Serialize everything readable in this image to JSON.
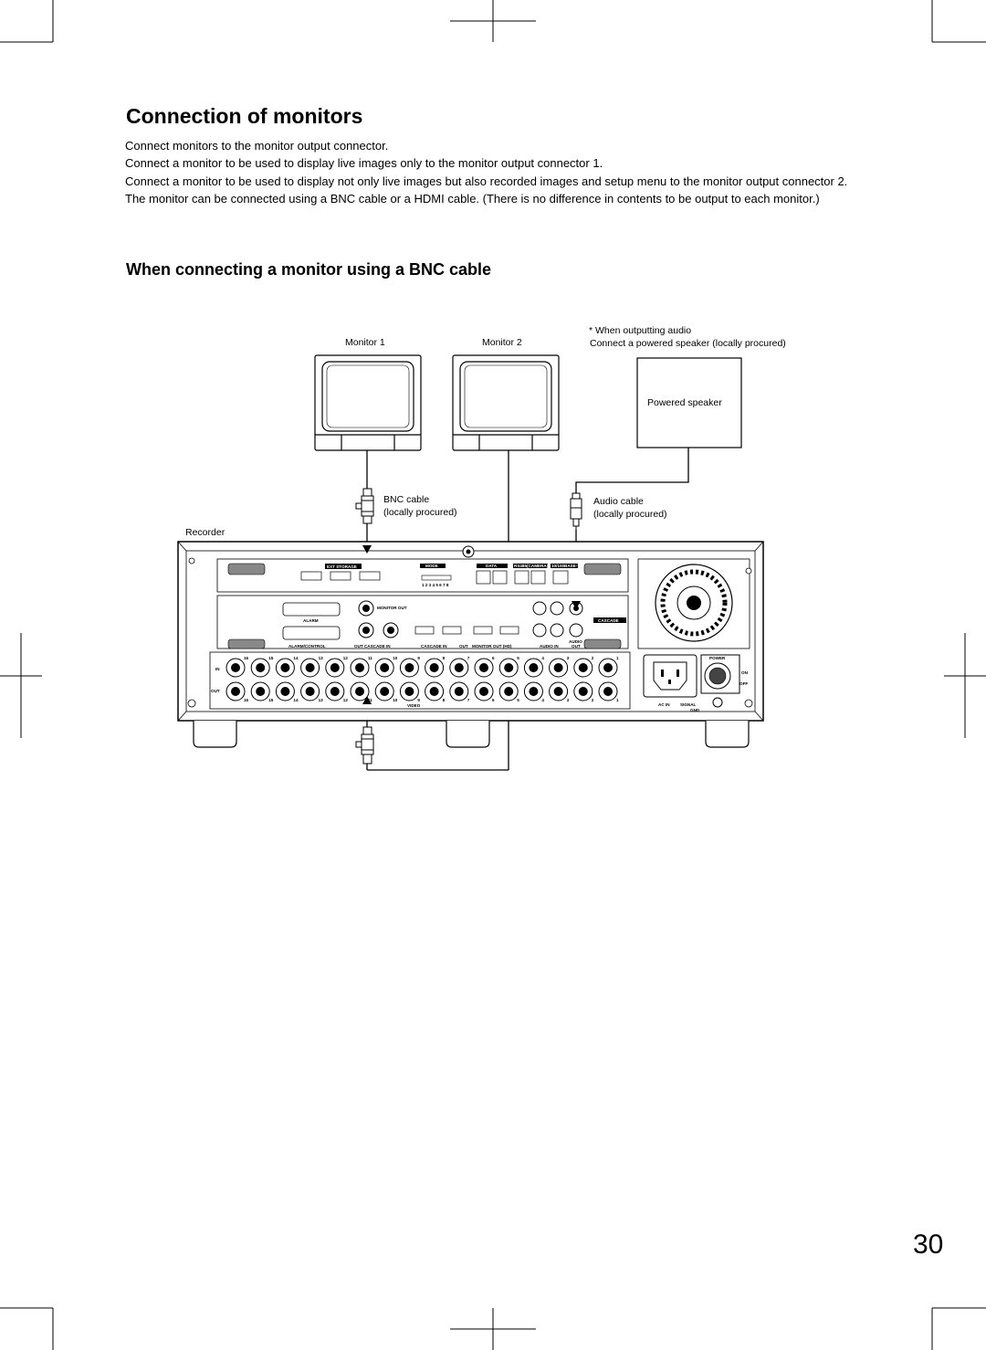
{
  "header": {
    "title": "Connection of monitors",
    "subtitle": "When connecting a monitor using a BNC cable"
  },
  "intro": {
    "paragraphs": [
      "Connect monitors to the monitor output connector.",
      "Connect a monitor to be used to display live images only to the monitor output connector 1.",
      "Connect a monitor to be used to display not only live images but also recorded images and setup menu to the monitor output connector 2.",
      "The monitor can be connected using a BNC cable or a HDMI cable. (There is no difference in contents to be output to each monitor.)"
    ]
  },
  "diagram": {
    "monitor1_label": "Monitor 1",
    "monitor2_label": "Monitor 2",
    "audio_note_line1": "* When outputting audio",
    "audio_note_line2": "Connect a powered speaker (locally procured)",
    "speaker_label": "Powered speaker",
    "bnc_cable_line1": "BNC cable",
    "bnc_cable_line2": "(locally procured)",
    "audio_cable_line1": "Audio cable",
    "audio_cable_line2": "(locally procured)",
    "recorder_label": "Recorder",
    "panel": {
      "ext_storage": "EXT STORAGE",
      "mode": "MODE",
      "data": "DATA",
      "rs485": "RS485(CAMERA)",
      "base": "10/100BASE-T",
      "dip_numbers": "1 2 3 4 5 6 7 8",
      "alarm": "ALARM",
      "alarm_control": "ALARM/CONTROL",
      "monitor_out": "MONITOR OUT",
      "cascade": "CASCADE",
      "cascade_in": "CASCADE IN",
      "cascade_in_out": "OUT CASCADE IN",
      "out": "OUT",
      "monitor_out_hd": "MONITOR OUT (HD)",
      "audio_in": "AUDIO IN",
      "audio_out": "OUT",
      "audio": "AUDIO",
      "in": "IN",
      "video": "VIDEO",
      "power": "POWER",
      "on": "ON",
      "off": "OFF",
      "ac_in": "AC IN",
      "signal_gnd_1": "SIGNAL",
      "signal_gnd_2": "GND",
      "channels": [
        "16",
        "15",
        "14",
        "13",
        "12",
        "11",
        "10",
        "9",
        "8",
        "7",
        "6",
        "5",
        "4",
        "3",
        "2",
        "1"
      ]
    }
  },
  "page_number": "30"
}
